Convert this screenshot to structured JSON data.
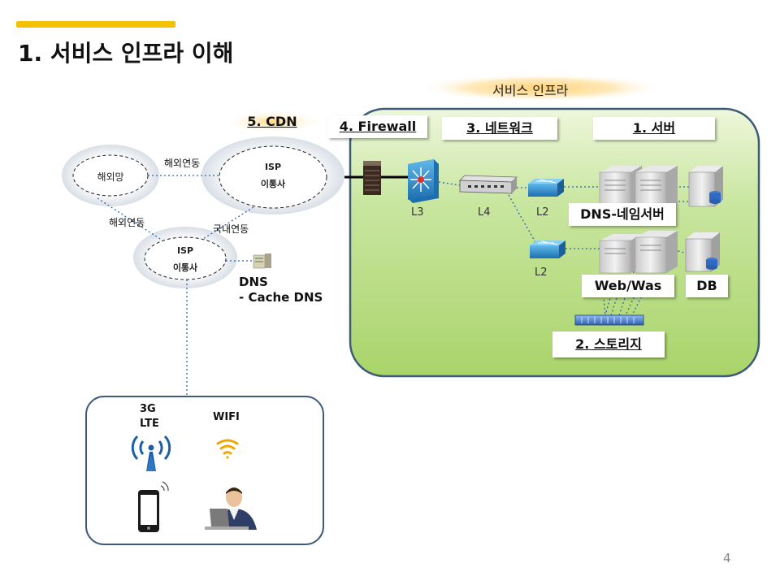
{
  "page": {
    "title": "1. 서비스 인프라 이해",
    "page_number": "4"
  },
  "infra": {
    "banner": "서비스 인프라",
    "labels": {
      "server": "1. 서버",
      "network": "3. 네트워크",
      "firewall": "4. Firewall",
      "cdn": "5. CDN",
      "storage": "2. 스토리지"
    },
    "devices": {
      "l3": "L3",
      "l4": "L4",
      "l2_top": "L2",
      "l2_bottom": "L2"
    },
    "servers": {
      "dns_name": "DNS-네임서버",
      "web_was": "Web/Was",
      "db": "DB"
    }
  },
  "network": {
    "overseas": "해외망",
    "isp_top": {
      "line1": "ISP",
      "line2": "이통사"
    },
    "isp_bottom": {
      "line1": "ISP",
      "line2": "이통사"
    },
    "link_overseas_top": "해외연동",
    "link_overseas_left": "해외연동",
    "link_domestic": "국내연동",
    "dns": {
      "line1": "DNS",
      "line2": "- Cache DNS"
    }
  },
  "clients": {
    "mobile": {
      "line1": "3G",
      "line2": "LTE"
    },
    "wifi": "WIFI"
  },
  "colors": {
    "accent": "#f5c000",
    "infra_fill": "#c6e39a",
    "infra_border": "#3d5a78"
  }
}
